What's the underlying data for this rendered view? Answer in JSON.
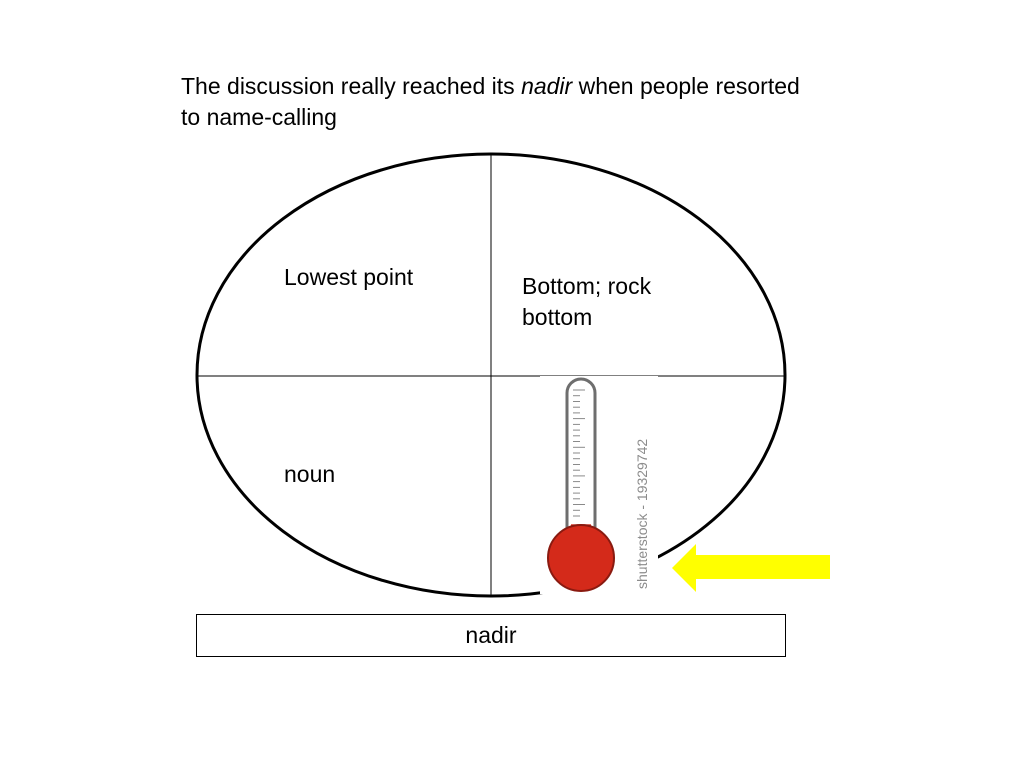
{
  "sentence": {
    "before": "The discussion really reached its ",
    "emphasis": "nadir",
    "after": " when people resorted to name-calling"
  },
  "quadrants": {
    "top_left": "Lowest point",
    "top_right": "Bottom; rock bottom",
    "bottom_left": "noun"
  },
  "image": {
    "watermark": "shutterstock - 19329742",
    "icon": "thermometer-icon",
    "bulb_color": "#d42a1a",
    "reading_percent": 8
  },
  "arrow": {
    "icon": "arrow-left-icon",
    "color": "#ffff00"
  },
  "word": "nadir"
}
